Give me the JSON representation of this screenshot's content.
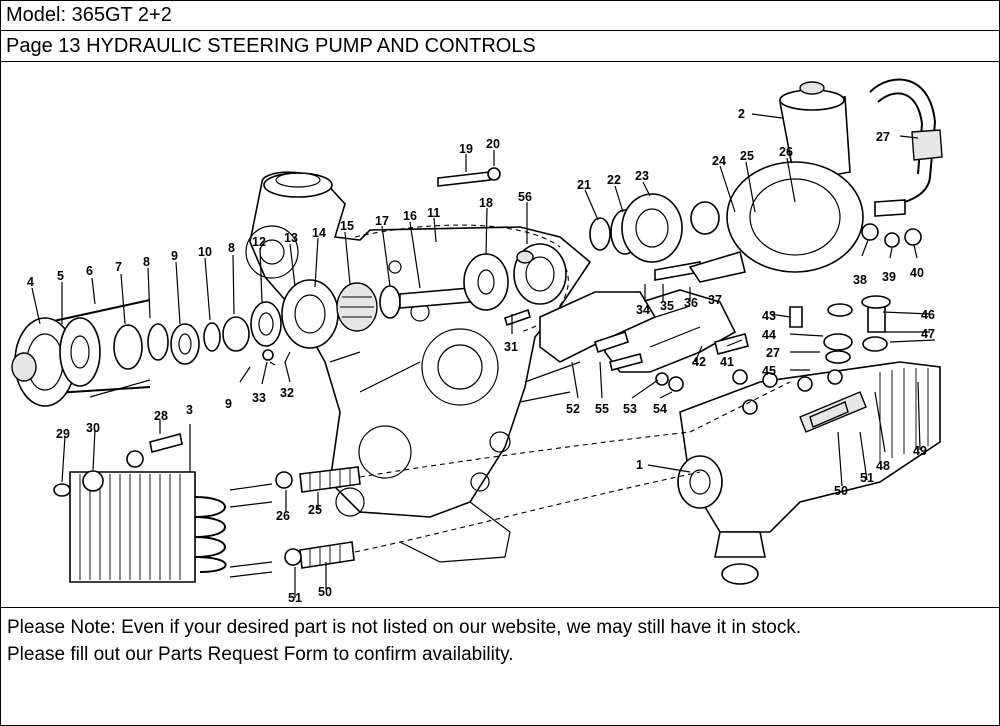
{
  "header": {
    "model": "Model: 365GT 2+2",
    "page_title": "Page 13  HYDRAULIC STEERING PUMP AND CONTROLS"
  },
  "note": {
    "line1": "Please Note: Even if your desired part is not listed on our website, we may still have it in stock.",
    "line2": "Please fill out our Parts Request Form to confirm availability."
  },
  "callouts": [
    "1",
    "2",
    "3",
    "4",
    "5",
    "6",
    "7",
    "8",
    "8",
    "9",
    "9",
    "10",
    "11",
    "12",
    "13",
    "14",
    "15",
    "16",
    "17",
    "18",
    "19",
    "20",
    "21",
    "22",
    "23",
    "24",
    "25",
    "25",
    "26",
    "26",
    "27",
    "27",
    "28",
    "29",
    "30",
    "31",
    "32",
    "33",
    "34",
    "35",
    "36",
    "37",
    "38",
    "39",
    "40",
    "41",
    "42",
    "43",
    "44",
    "45",
    "46",
    "47",
    "48",
    "49",
    "50",
    "50",
    "51",
    "51",
    "52",
    "53",
    "54",
    "55",
    "56"
  ]
}
